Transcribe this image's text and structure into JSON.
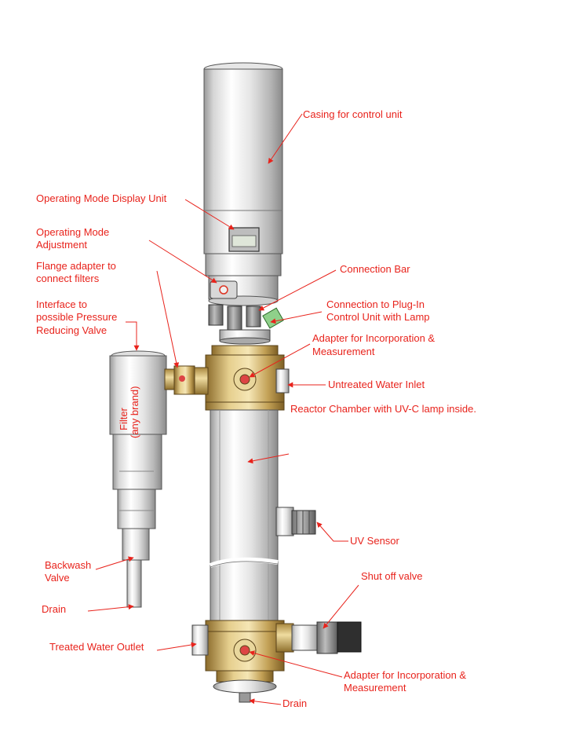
{
  "labels": {
    "casing": "Casing for control unit",
    "display_unit": "Operating Mode Display Unit",
    "mode_adjust_1": "Operating Mode",
    "mode_adjust_2": "Adjustment",
    "flange_1": "Flange adapter to",
    "flange_2": "connect filters",
    "interface_1": "Interface to",
    "interface_2": "possible Pressure",
    "interface_3": "Reducing Valve",
    "connection_bar": "Connection Bar",
    "plugin_1": "Connection to Plug-In",
    "plugin_2": "Control Unit with Lamp",
    "adapter_top_1": "Adapter for Incorporation &",
    "adapter_top_2": "Measurement",
    "inlet": "Untreated Water Inlet",
    "reactor": "Reactor Chamber with UV-C lamp inside.",
    "filter_1": "Filter",
    "filter_2": "(any brand)",
    "uv_sensor": "UV Sensor",
    "backwash_1": "Backwash",
    "backwash_2": "Valve",
    "shutoff": "Shut off valve",
    "drain_left": "Drain",
    "outlet": "Treated Water Outlet",
    "adapter_bottom_1": "Adapter for Incorporation &",
    "adapter_bottom_2": "Measurement",
    "drain_bottom": "Drain"
  },
  "colors": {
    "label": "#e8231c",
    "brass": "#c9a85a",
    "steel": "#c8c8c8"
  }
}
